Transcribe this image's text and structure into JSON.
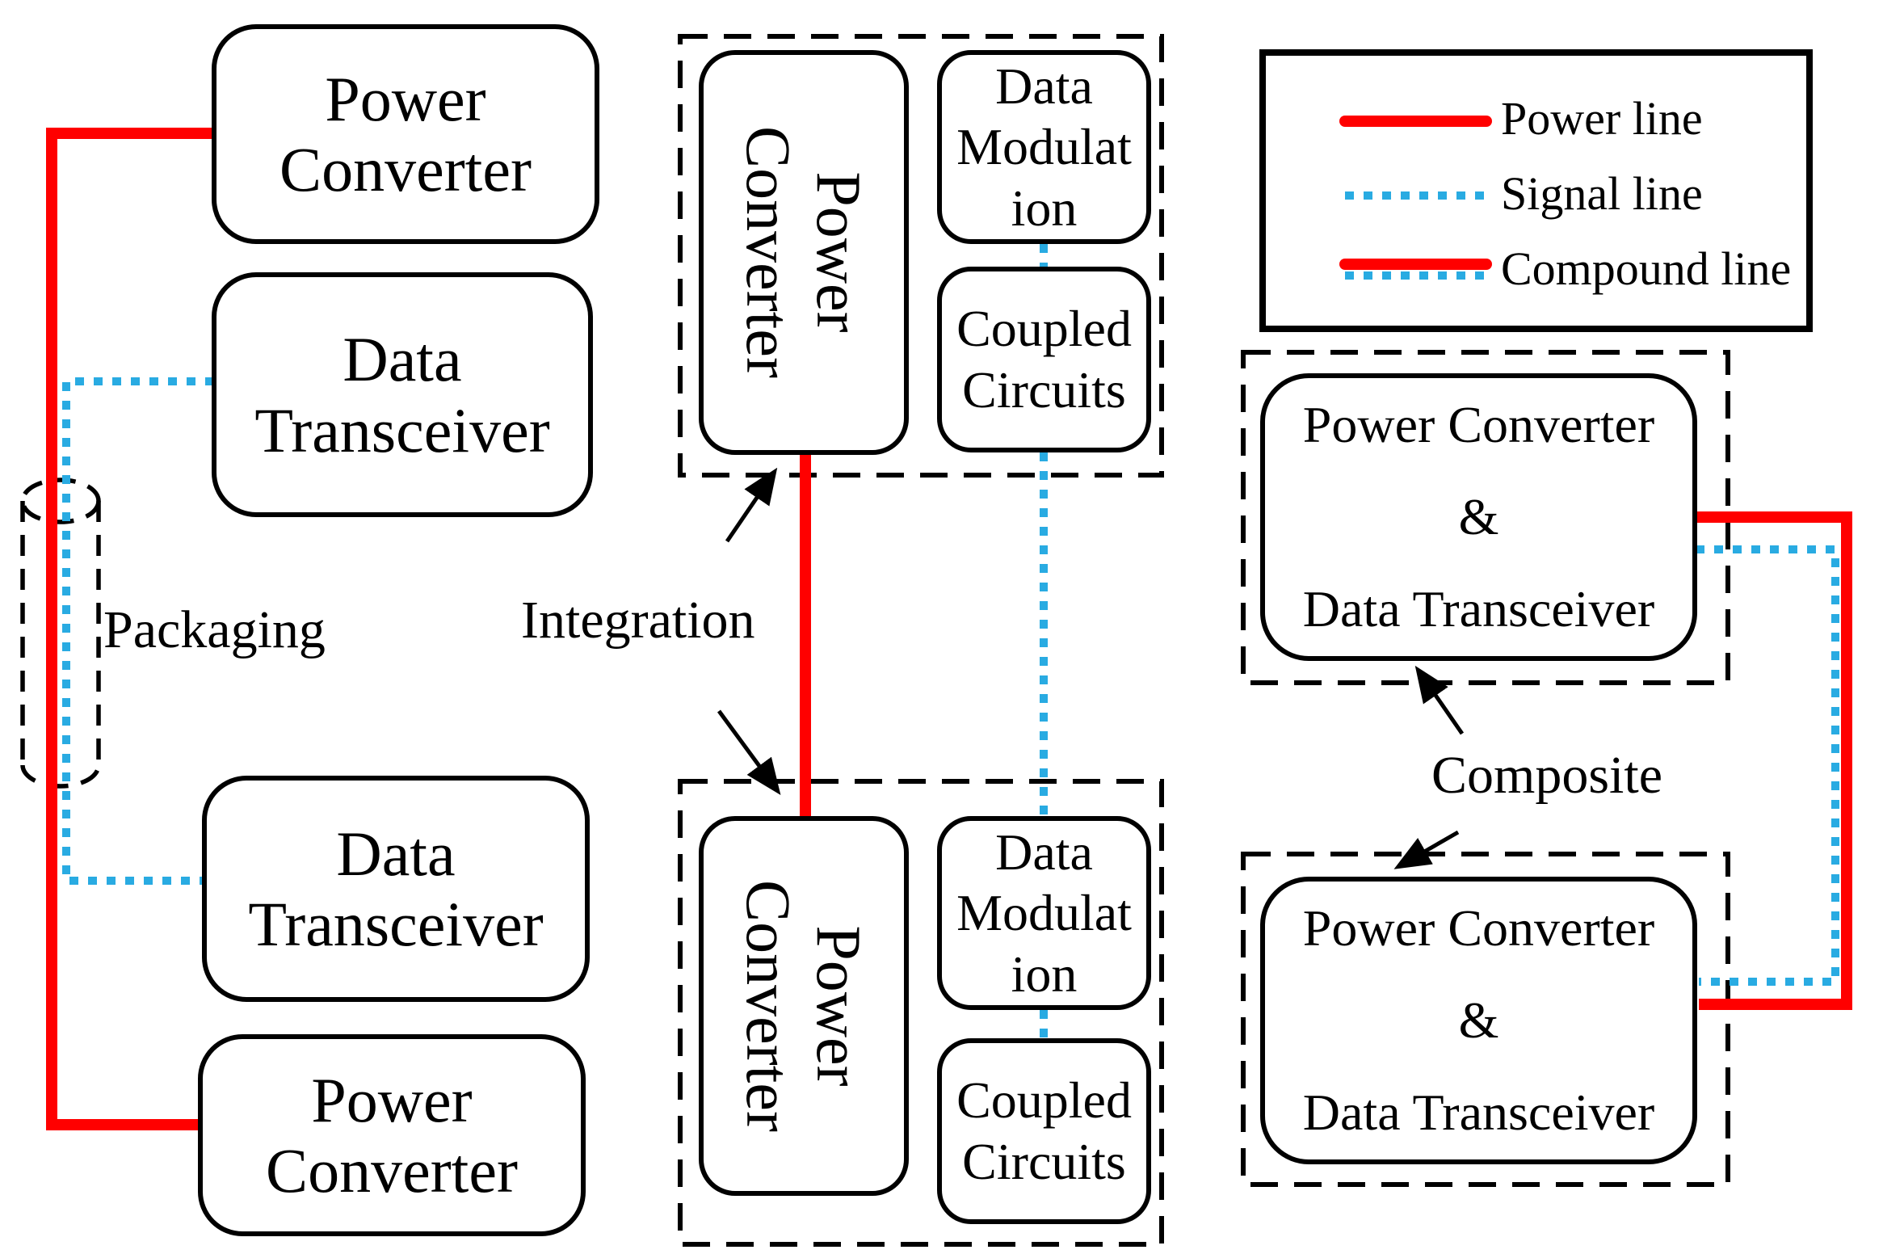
{
  "diagram": {
    "title_semantic": "Power converter and data transceiver integration concept diagram",
    "colors": {
      "power_line": "#FF0000",
      "signal_line": "#29ABE2",
      "outline": "#000000",
      "background": "#FFFFFF"
    },
    "discrete_stage": {
      "power_converter_top": "Power\nConverter",
      "data_transceiver_top": "Data\nTransceiver",
      "data_transceiver_bottom": "Data\nTransceiver",
      "power_converter_bottom": "Power\nConverter",
      "packaging_label": "Packaging"
    },
    "integrated_stage": {
      "label": "Integration",
      "top_module": {
        "power_converter": "Power\nConverter",
        "data_modulation": "Data\nModulat\nion",
        "coupled_circuits": "Coupled\nCircuits"
      },
      "bottom_module": {
        "power_converter": "Power\nConverter",
        "data_modulation": "Data\nModulat\nion",
        "coupled_circuits": "Coupled\nCircuits"
      }
    },
    "composite_stage": {
      "label": "Composite",
      "top_module": "Power Converter\n&\nData Transceiver",
      "bottom_module": "Power Converter\n&\nData Transceiver"
    },
    "legend": {
      "items": [
        {
          "label": "Power line",
          "type": "power"
        },
        {
          "label": "Signal line",
          "type": "signal"
        },
        {
          "label": "Compound line",
          "type": "compound"
        }
      ]
    }
  }
}
